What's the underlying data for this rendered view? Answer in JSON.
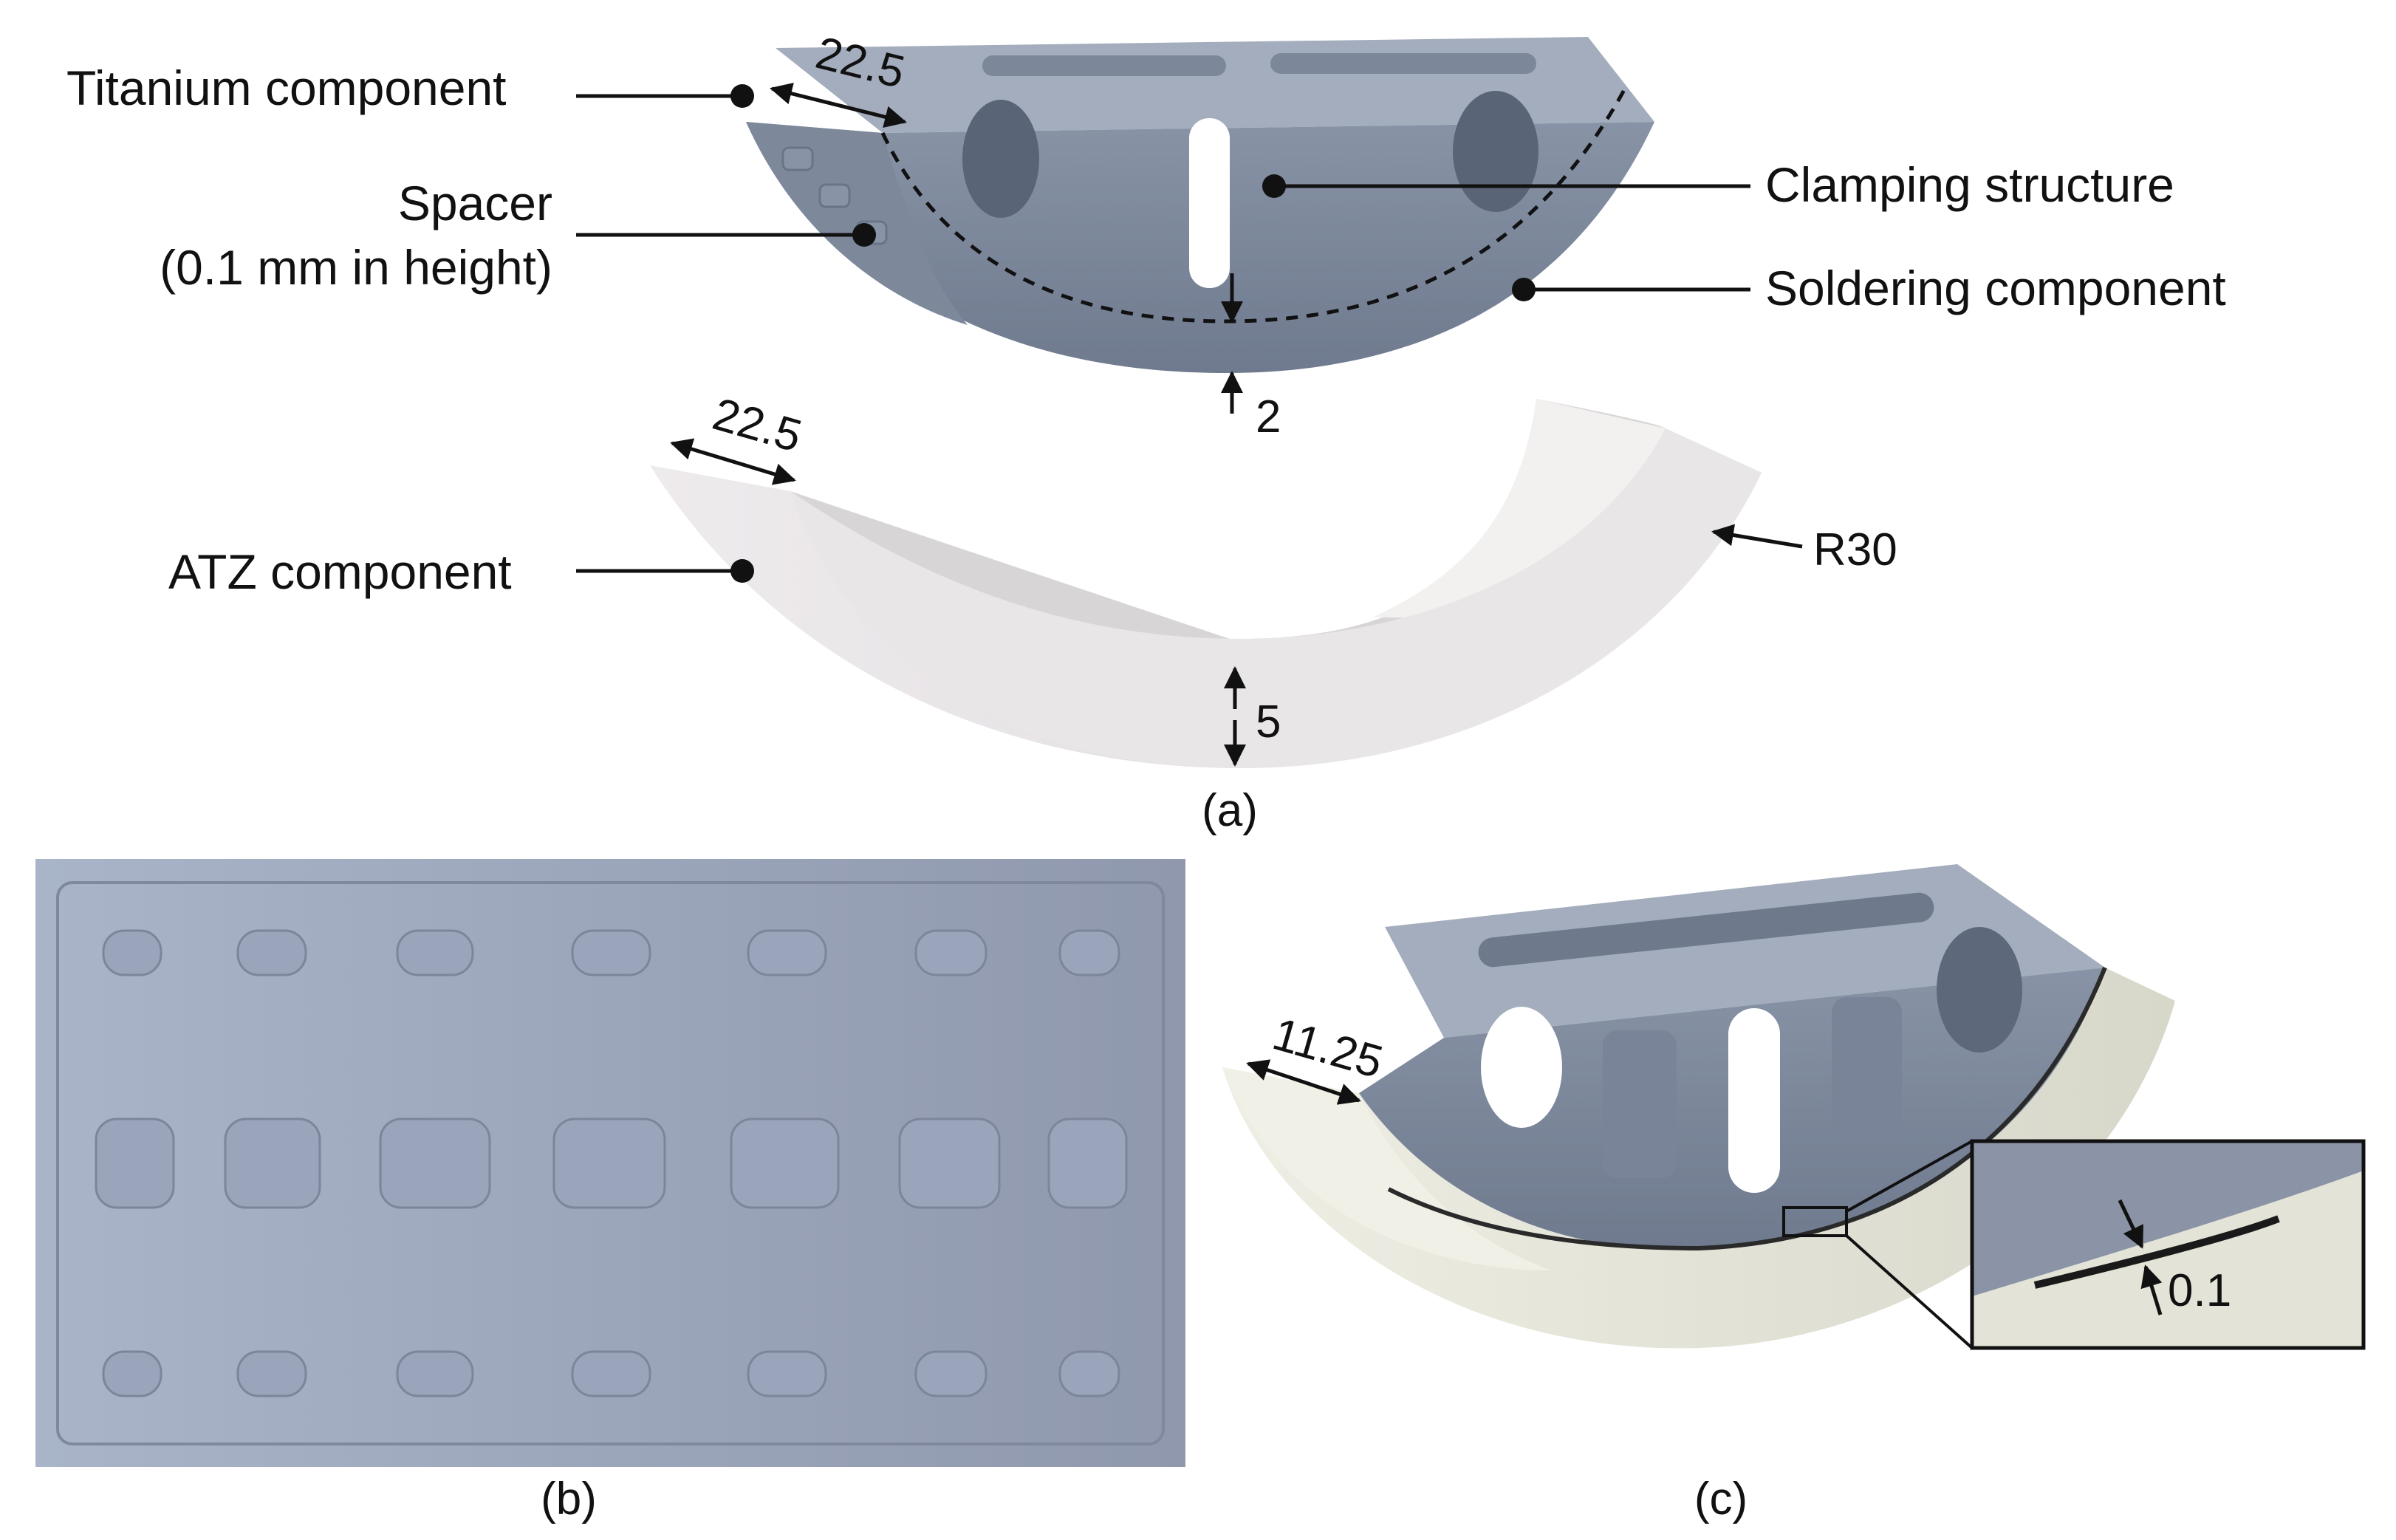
{
  "panel_a": {
    "caption": "(a)",
    "labels": {
      "titanium_component": "Titanium component",
      "spacer_line1": "Spacer",
      "spacer_line2": "(0.1 mm in height)",
      "clamping_structure": "Clamping structure",
      "soldering_component": "Soldering component",
      "atz_component": "ATZ component"
    },
    "dimensions": {
      "titanium_width": "22.5",
      "titanium_gap": "2",
      "atz_width": "22.5",
      "atz_radius": "R30",
      "atz_thickness": "5"
    }
  },
  "panel_b": {
    "caption": "(b)"
  },
  "panel_c": {
    "caption": "(c)",
    "dimensions": {
      "half_width": "11.25",
      "solder_gap": "0.1"
    }
  },
  "colors": {
    "titanium": "#8c96a8",
    "titanium_dark": "#6f7a8e",
    "atz": "#e7e4e6",
    "soldered_atz": "#e3e3d8",
    "spacer_plate": "#a8b2c8"
  }
}
